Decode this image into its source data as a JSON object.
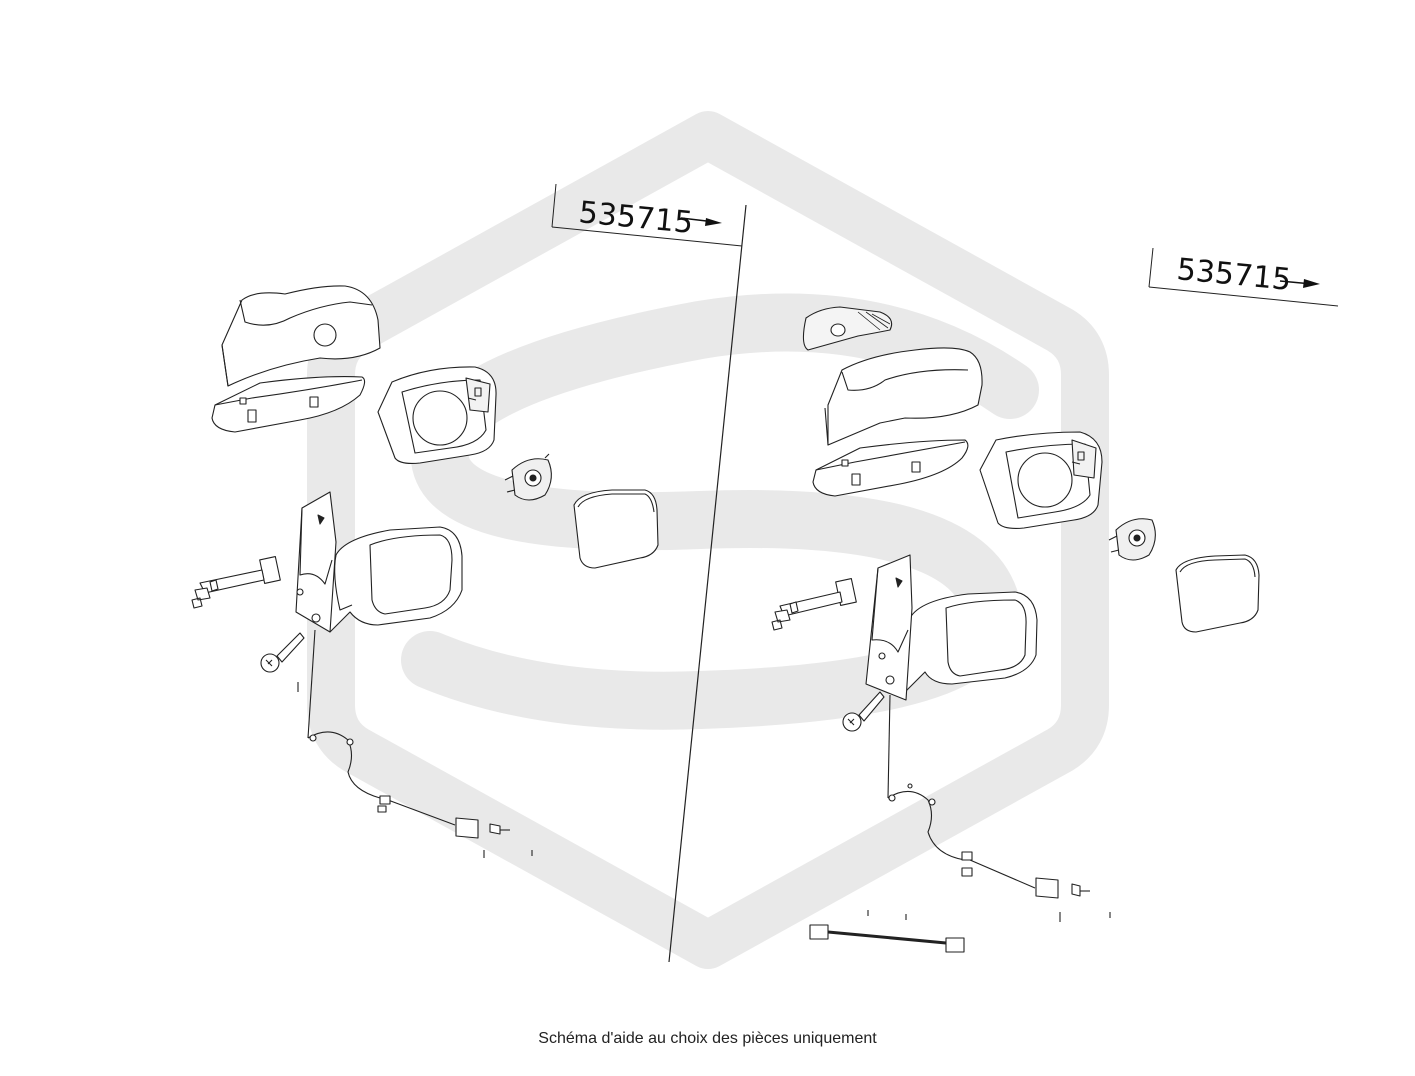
{
  "diagram": {
    "labels": {
      "left_ref": "535715",
      "right_ref": "535715"
    },
    "caption": "Schéma d'aide au choix des pièces uniquement",
    "colors": {
      "line": "#222222",
      "watermark": "#e9e9e9",
      "fill": "#ffffff",
      "shade": "#dcdcdc"
    }
  }
}
